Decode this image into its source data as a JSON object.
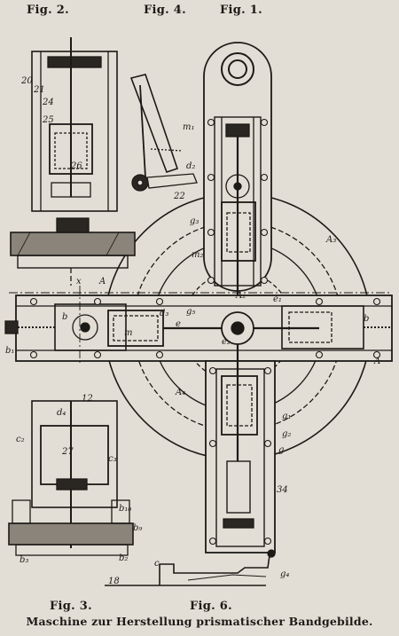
{
  "figures": {
    "fig1": "Fig. 1.",
    "fig2": "Fig. 2.",
    "fig3": "Fig. 3.",
    "fig4": "Fig. 4.",
    "fig6": "Fig. 6."
  },
  "caption": "Maschine zur Herstellung prismatischer Bandgebilde.",
  "labels": {
    "A": "A",
    "A2": "A₂",
    "A3": "A₃",
    "A4": "A₄",
    "b": "b",
    "b1": "b₁",
    "b2": "b₂",
    "b3": "b₃",
    "b9": "b₉",
    "b10": "b₁₀",
    "c": "c",
    "c2": "c₂",
    "c3": "c₃",
    "d2": "d₂",
    "d3": "d₃",
    "d4": "d₄",
    "e": "e",
    "e1": "e₁",
    "e2": "e₂",
    "g": "g",
    "g1": "g₁",
    "g2": "g₂",
    "g3": "g₃",
    "g4": "g₄",
    "g5": "g₅",
    "m": "m",
    "m1": "m₁",
    "m2": "m₂",
    "n12": "12",
    "n18": "18",
    "n20": "20",
    "n21": "21",
    "n22": "22",
    "n24": "24",
    "n25": "25",
    "n26": "26",
    "n27": "27",
    "n34": "34",
    "x": "x"
  }
}
